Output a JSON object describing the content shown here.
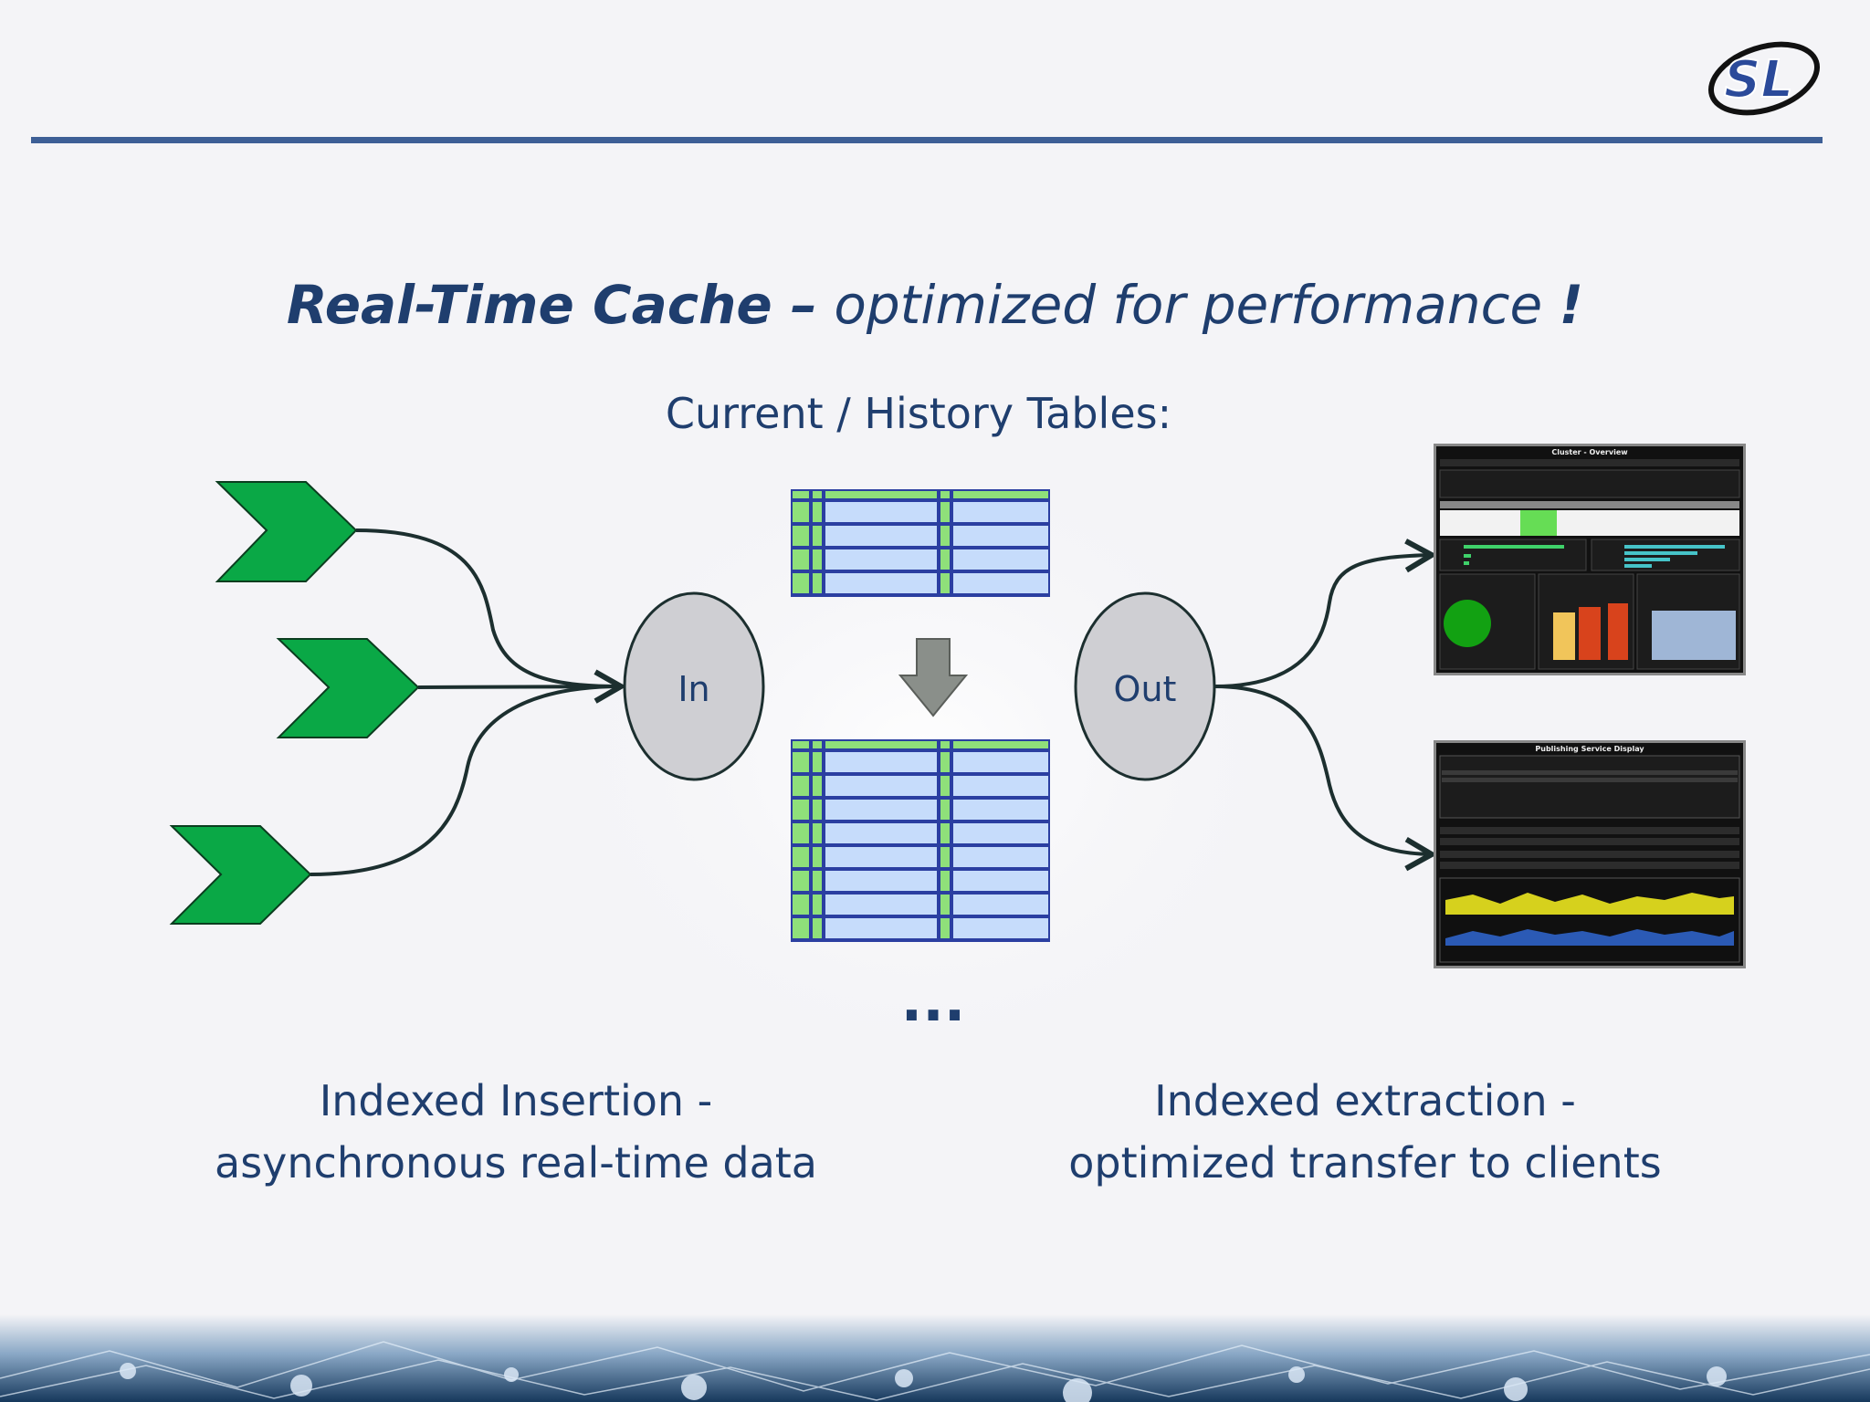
{
  "slide": {
    "title_strong": "Real-Time Cache –",
    "title_rest": "optimized for performance",
    "title_mark": "!",
    "subtitle": "Current / History Tables:"
  },
  "diagram": {
    "in_label": "In",
    "out_label": "Out",
    "ellipsis": "...",
    "left_caption": [
      "Indexed Insertion -",
      "asynchronous real-time data"
    ],
    "right_caption": [
      "Indexed extraction -",
      "optimized transfer to clients"
    ]
  },
  "thumbnails": {
    "cluster_title": "Cluster - Overview",
    "publishing_title": "Publishing Service Display"
  },
  "logo": {
    "text": "SL"
  },
  "colors": {
    "accent": "#1f3e6e",
    "rule": "#3d5f96",
    "chevron": "#0aa846",
    "table_header": "#8fe07a",
    "table_cell": "#c6dcfb",
    "table_border": "#2b3fa1",
    "node_fill": "#cfcfd3"
  },
  "icons": {
    "source": "chevron-icon",
    "flow": "down-arrow-icon"
  }
}
